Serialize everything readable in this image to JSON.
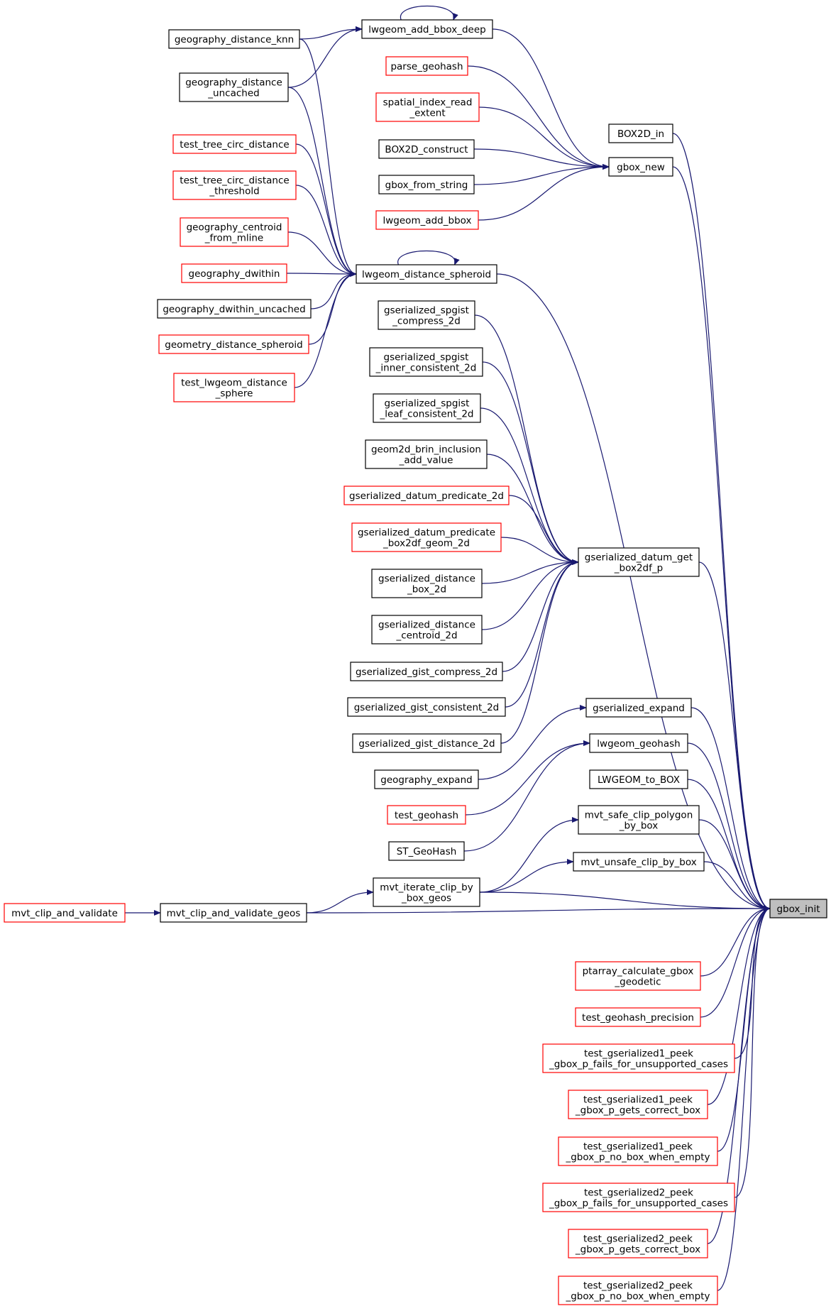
{
  "colors": {
    "edge": "#191970",
    "node_border_normal": "#000000",
    "node_border_red": "#ff0000",
    "root_fill": "#bfbfbf",
    "node_fill": "#ffffff"
  },
  "nodes": {
    "gbox_init": {
      "lines": [
        "gbox_init"
      ],
      "style": "root"
    },
    "BOX2D_in": {
      "lines": [
        "BOX2D_in"
      ],
      "style": "normal"
    },
    "gbox_new": {
      "lines": [
        "gbox_new"
      ],
      "style": "normal"
    },
    "lwgeom_add_bbox_deep": {
      "lines": [
        "lwgeom_add_bbox_deep"
      ],
      "style": "normal"
    },
    "geography_distance_knn": {
      "lines": [
        "geography_distance_knn"
      ],
      "style": "normal"
    },
    "geography_distance_uncached": {
      "lines": [
        "geography_distance",
        "_uncached"
      ],
      "style": "normal"
    },
    "parse_geohash": {
      "lines": [
        "parse_geohash"
      ],
      "style": "red"
    },
    "spatial_index_read_extent": {
      "lines": [
        "spatial_index_read",
        "_extent"
      ],
      "style": "red"
    },
    "BOX2D_construct": {
      "lines": [
        "BOX2D_construct"
      ],
      "style": "normal"
    },
    "gbox_from_string": {
      "lines": [
        "gbox_from_string"
      ],
      "style": "normal"
    },
    "lwgeom_add_bbox": {
      "lines": [
        "lwgeom_add_bbox"
      ],
      "style": "red"
    },
    "test_tree_circ_distance": {
      "lines": [
        "test_tree_circ_distance"
      ],
      "style": "red"
    },
    "test_tree_circ_distance_threshold": {
      "lines": [
        "test_tree_circ_distance",
        "_threshold"
      ],
      "style": "red"
    },
    "geography_centroid_from_mline": {
      "lines": [
        "geography_centroid",
        "_from_mline"
      ],
      "style": "red"
    },
    "geography_dwithin": {
      "lines": [
        "geography_dwithin"
      ],
      "style": "red"
    },
    "geography_dwithin_uncached": {
      "lines": [
        "geography_dwithin_uncached"
      ],
      "style": "normal"
    },
    "geometry_distance_spheroid": {
      "lines": [
        "geometry_distance_spheroid"
      ],
      "style": "red"
    },
    "test_lwgeom_distance_sphere": {
      "lines": [
        "test_lwgeom_distance",
        "_sphere"
      ],
      "style": "red"
    },
    "lwgeom_distance_spheroid": {
      "lines": [
        "lwgeom_distance_spheroid"
      ],
      "style": "normal"
    },
    "gserialized_spgist_compress_2d": {
      "lines": [
        "gserialized_spgist",
        "_compress_2d"
      ],
      "style": "normal"
    },
    "gserialized_spgist_inner_consistent_2d": {
      "lines": [
        "gserialized_spgist",
        "_inner_consistent_2d"
      ],
      "style": "normal"
    },
    "gserialized_spgist_leaf_consistent_2d": {
      "lines": [
        "gserialized_spgist",
        "_leaf_consistent_2d"
      ],
      "style": "normal"
    },
    "geom2d_brin_inclusion_add_value": {
      "lines": [
        "geom2d_brin_inclusion",
        "_add_value"
      ],
      "style": "normal"
    },
    "gserialized_datum_predicate_2d": {
      "lines": [
        "gserialized_datum_predicate_2d"
      ],
      "style": "red"
    },
    "gserialized_datum_predicate_box2df_geom_2d": {
      "lines": [
        "gserialized_datum_predicate",
        "_box2df_geom_2d"
      ],
      "style": "red"
    },
    "gserialized_distance_box_2d": {
      "lines": [
        "gserialized_distance",
        "_box_2d"
      ],
      "style": "normal"
    },
    "gserialized_distance_centroid_2d": {
      "lines": [
        "gserialized_distance",
        "_centroid_2d"
      ],
      "style": "normal"
    },
    "gserialized_gist_compress_2d": {
      "lines": [
        "gserialized_gist_compress_2d"
      ],
      "style": "normal"
    },
    "gserialized_gist_consistent_2d": {
      "lines": [
        "gserialized_gist_consistent_2d"
      ],
      "style": "normal"
    },
    "gserialized_gist_distance_2d": {
      "lines": [
        "gserialized_gist_distance_2d"
      ],
      "style": "normal"
    },
    "gserialized_datum_get_box2df_p": {
      "lines": [
        "gserialized_datum_get",
        "_box2df_p"
      ],
      "style": "normal"
    },
    "geography_expand": {
      "lines": [
        "geography_expand"
      ],
      "style": "normal"
    },
    "test_geohash": {
      "lines": [
        "test_geohash"
      ],
      "style": "red"
    },
    "ST_GeoHash": {
      "lines": [
        "ST_GeoHash"
      ],
      "style": "normal"
    },
    "gserialized_expand": {
      "lines": [
        "gserialized_expand"
      ],
      "style": "normal"
    },
    "lwgeom_geohash": {
      "lines": [
        "lwgeom_geohash"
      ],
      "style": "normal"
    },
    "LWGEOM_to_BOX": {
      "lines": [
        "LWGEOM_to_BOX"
      ],
      "style": "normal"
    },
    "mvt_safe_clip_polygon_by_box": {
      "lines": [
        "mvt_safe_clip_polygon",
        "_by_box"
      ],
      "style": "normal"
    },
    "mvt_unsafe_clip_by_box": {
      "lines": [
        "mvt_unsafe_clip_by_box"
      ],
      "style": "normal"
    },
    "mvt_iterate_clip_by_box_geos": {
      "lines": [
        "mvt_iterate_clip_by",
        "_box_geos"
      ],
      "style": "normal"
    },
    "mvt_clip_and_validate": {
      "lines": [
        "mvt_clip_and_validate"
      ],
      "style": "red"
    },
    "mvt_clip_and_validate_geos": {
      "lines": [
        "mvt_clip_and_validate_geos"
      ],
      "style": "normal"
    },
    "ptarray_calculate_gbox_geodetic": {
      "lines": [
        "ptarray_calculate_gbox",
        "_geodetic"
      ],
      "style": "red"
    },
    "test_geohash_precision": {
      "lines": [
        "test_geohash_precision"
      ],
      "style": "red"
    },
    "test_gserialized1_peek_gbox_p_fails_for_unsupported_cases": {
      "lines": [
        "test_gserialized1_peek",
        "_gbox_p_fails_for_unsupported_cases"
      ],
      "style": "red"
    },
    "test_gserialized1_peek_gbox_p_gets_correct_box": {
      "lines": [
        "test_gserialized1_peek",
        "_gbox_p_gets_correct_box"
      ],
      "style": "red"
    },
    "test_gserialized1_peek_gbox_p_no_box_when_empty": {
      "lines": [
        "test_gserialized1_peek",
        "_gbox_p_no_box_when_empty"
      ],
      "style": "red"
    },
    "test_gserialized2_peek_gbox_p_fails_for_unsupported_cases": {
      "lines": [
        "test_gserialized2_peek",
        "_gbox_p_fails_for_unsupported_cases"
      ],
      "style": "red"
    },
    "test_gserialized2_peek_gbox_p_gets_correct_box": {
      "lines": [
        "test_gserialized2_peek",
        "_gbox_p_gets_correct_box"
      ],
      "style": "red"
    },
    "test_gserialized2_peek_gbox_p_no_box_when_empty": {
      "lines": [
        "test_gserialized2_peek",
        "_gbox_p_no_box_when_empty"
      ],
      "style": "red"
    }
  },
  "edges": [
    [
      "BOX2D_in",
      "gbox_init"
    ],
    [
      "gbox_new",
      "gbox_init"
    ],
    [
      "lwgeom_distance_spheroid",
      "gbox_init"
    ],
    [
      "gserialized_datum_get_box2df_p",
      "gbox_init"
    ],
    [
      "gserialized_expand",
      "gbox_init"
    ],
    [
      "lwgeom_geohash",
      "gbox_init"
    ],
    [
      "LWGEOM_to_BOX",
      "gbox_init"
    ],
    [
      "mvt_safe_clip_polygon_by_box",
      "gbox_init"
    ],
    [
      "mvt_unsafe_clip_by_box",
      "gbox_init"
    ],
    [
      "mvt_iterate_clip_by_box_geos",
      "gbox_init"
    ],
    [
      "mvt_clip_and_validate_geos",
      "gbox_init"
    ],
    [
      "ptarray_calculate_gbox_geodetic",
      "gbox_init"
    ],
    [
      "test_geohash_precision",
      "gbox_init"
    ],
    [
      "test_gserialized1_peek_gbox_p_fails_for_unsupported_cases",
      "gbox_init"
    ],
    [
      "test_gserialized1_peek_gbox_p_gets_correct_box",
      "gbox_init"
    ],
    [
      "test_gserialized1_peek_gbox_p_no_box_when_empty",
      "gbox_init"
    ],
    [
      "test_gserialized2_peek_gbox_p_fails_for_unsupported_cases",
      "gbox_init"
    ],
    [
      "test_gserialized2_peek_gbox_p_gets_correct_box",
      "gbox_init"
    ],
    [
      "test_gserialized2_peek_gbox_p_no_box_when_empty",
      "gbox_init"
    ],
    [
      "lwgeom_add_bbox_deep",
      "gbox_new"
    ],
    [
      "parse_geohash",
      "gbox_new"
    ],
    [
      "spatial_index_read_extent",
      "gbox_new"
    ],
    [
      "BOX2D_construct",
      "gbox_new"
    ],
    [
      "gbox_from_string",
      "gbox_new"
    ],
    [
      "lwgeom_add_bbox",
      "gbox_new"
    ],
    [
      "lwgeom_add_bbox_deep",
      "lwgeom_add_bbox_deep"
    ],
    [
      "geography_distance_knn",
      "lwgeom_add_bbox_deep"
    ],
    [
      "geography_distance_uncached",
      "lwgeom_add_bbox_deep"
    ],
    [
      "lwgeom_distance_spheroid",
      "lwgeom_distance_spheroid"
    ],
    [
      "geography_distance_knn",
      "lwgeom_distance_spheroid"
    ],
    [
      "geography_distance_uncached",
      "lwgeom_distance_spheroid"
    ],
    [
      "test_tree_circ_distance",
      "lwgeom_distance_spheroid"
    ],
    [
      "test_tree_circ_distance_threshold",
      "lwgeom_distance_spheroid"
    ],
    [
      "geography_centroid_from_mline",
      "lwgeom_distance_spheroid"
    ],
    [
      "geography_dwithin",
      "lwgeom_distance_spheroid"
    ],
    [
      "geography_dwithin_uncached",
      "lwgeom_distance_spheroid"
    ],
    [
      "geometry_distance_spheroid",
      "lwgeom_distance_spheroid"
    ],
    [
      "test_lwgeom_distance_sphere",
      "lwgeom_distance_spheroid"
    ],
    [
      "gserialized_spgist_compress_2d",
      "gserialized_datum_get_box2df_p"
    ],
    [
      "gserialized_spgist_inner_consistent_2d",
      "gserialized_datum_get_box2df_p"
    ],
    [
      "gserialized_spgist_leaf_consistent_2d",
      "gserialized_datum_get_box2df_p"
    ],
    [
      "geom2d_brin_inclusion_add_value",
      "gserialized_datum_get_box2df_p"
    ],
    [
      "gserialized_datum_predicate_2d",
      "gserialized_datum_get_box2df_p"
    ],
    [
      "gserialized_datum_predicate_box2df_geom_2d",
      "gserialized_datum_get_box2df_p"
    ],
    [
      "gserialized_distance_box_2d",
      "gserialized_datum_get_box2df_p"
    ],
    [
      "gserialized_distance_centroid_2d",
      "gserialized_datum_get_box2df_p"
    ],
    [
      "gserialized_gist_compress_2d",
      "gserialized_datum_get_box2df_p"
    ],
    [
      "gserialized_gist_consistent_2d",
      "gserialized_datum_get_box2df_p"
    ],
    [
      "gserialized_gist_distance_2d",
      "gserialized_datum_get_box2df_p"
    ],
    [
      "geography_expand",
      "gserialized_expand"
    ],
    [
      "test_geohash",
      "lwgeom_geohash"
    ],
    [
      "ST_GeoHash",
      "lwgeom_geohash"
    ],
    [
      "mvt_iterate_clip_by_box_geos",
      "mvt_safe_clip_polygon_by_box"
    ],
    [
      "mvt_iterate_clip_by_box_geos",
      "mvt_unsafe_clip_by_box"
    ],
    [
      "mvt_clip_and_validate_geos",
      "mvt_iterate_clip_by_box_geos"
    ],
    [
      "mvt_clip_and_validate",
      "mvt_clip_and_validate_geos"
    ]
  ]
}
